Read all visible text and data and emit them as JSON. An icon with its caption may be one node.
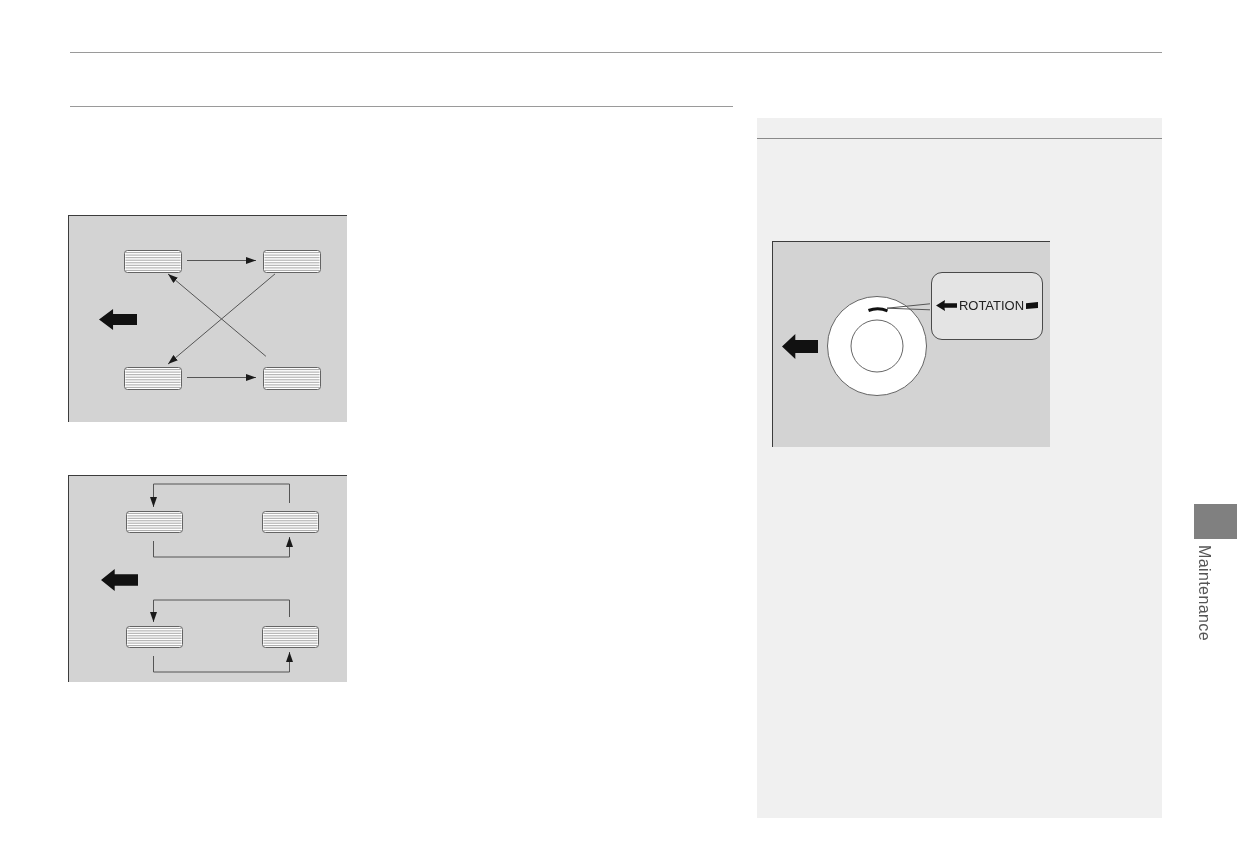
{
  "diagram": {
    "nodes": [
      {
        "text": [],
        "shape": "box"
      },
      {
        "text": [],
        "shape": "box"
      },
      {
        "text": [],
        "shape": "box"
      },
      {
        "text": [],
        "shape": "box"
      },
      {
        "text": [],
        "shape": "box"
      },
      {
        "text": [],
        "shape": "box"
      },
      {
        "text": [],
        "shape": "box"
      },
      {
        "text": [],
        "shape": "box"
      },
      {
        "text": [],
        "shape": "circle"
      },
      {
        "text": [],
        "shape": "bar",
        "in": 8
      },
      {
        "text": [
          "ROTATION"
        ]
      }
    ],
    "edges": [
      {
        "from": 0,
        "to": 1,
        "arrow": "to"
      },
      {
        "from": 1,
        "to": 2,
        "arrow": "to"
      },
      {
        "from": 3,
        "to": 0,
        "arrow": "to"
      },
      {
        "from": 2,
        "to": 3,
        "arrow": "to"
      },
      {
        "from": 5,
        "to": 4,
        "arrow": "to"
      },
      {
        "from": 4,
        "to": 5,
        "arrow": "to"
      },
      {
        "from": 7,
        "to": 6,
        "arrow": "to"
      },
      {
        "from": 6,
        "to": 7,
        "arrow": "to"
      },
      {
        "from": 10,
        "to": 9,
        "arrow": "none"
      }
    ],
    "labels": [
      "Maintenance"
    ]
  }
}
